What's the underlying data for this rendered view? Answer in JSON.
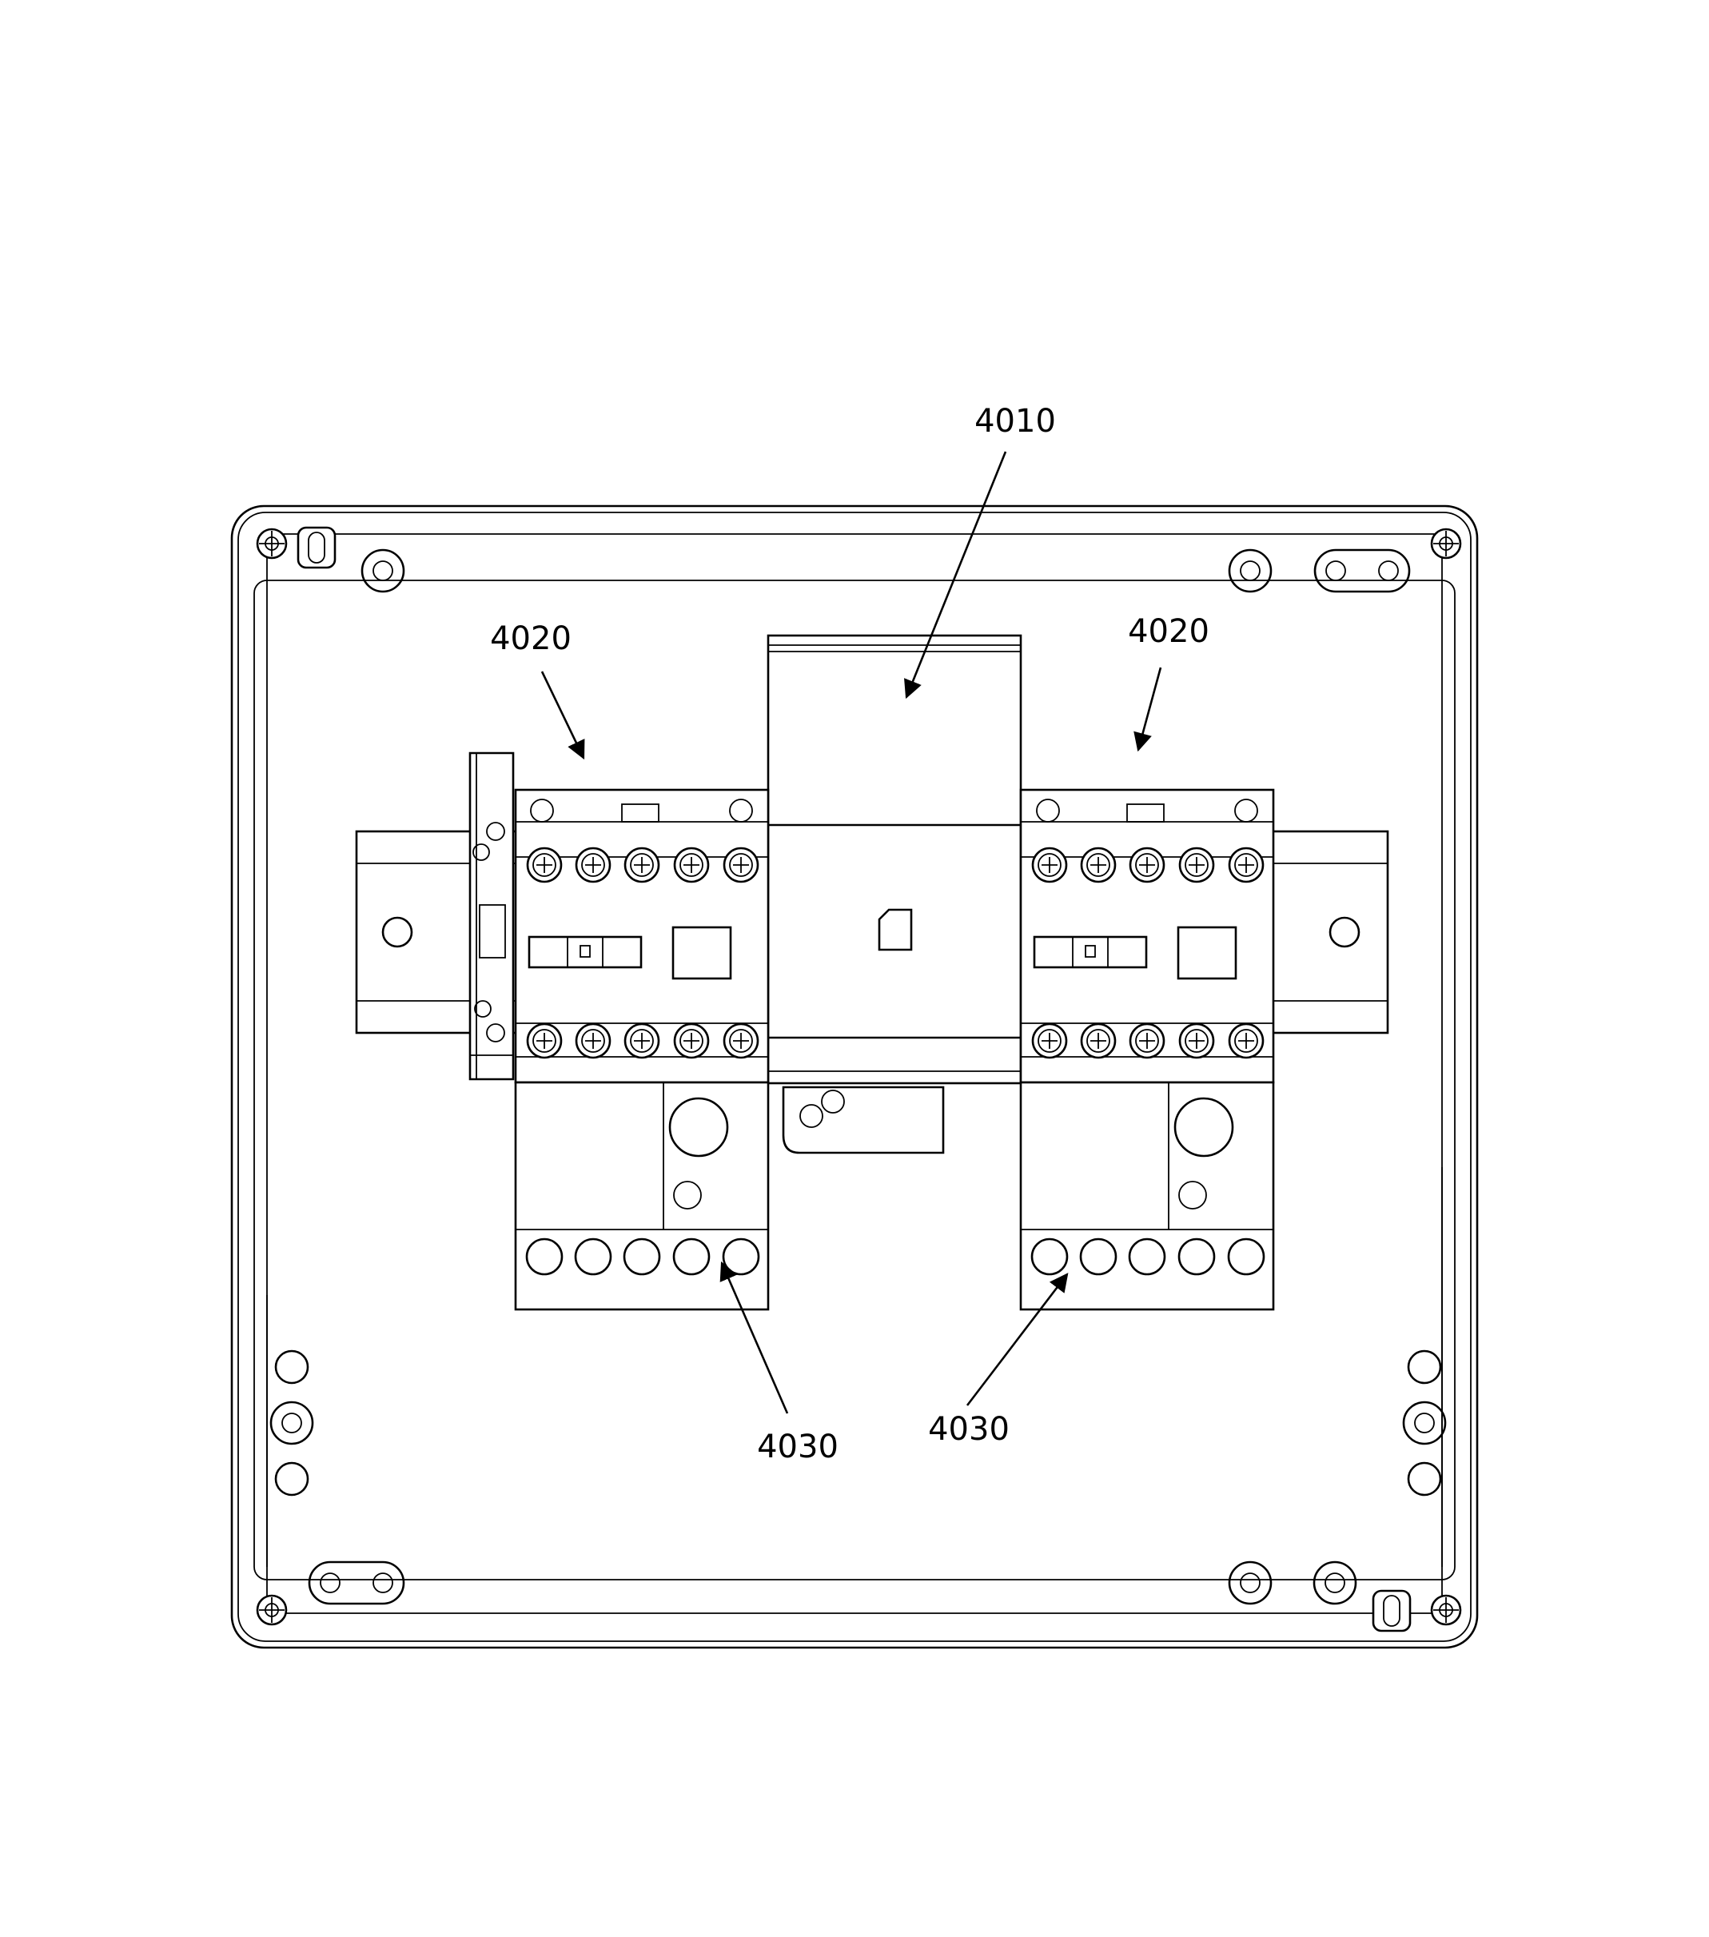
{
  "figure": {
    "labels": {
      "din_rail_block": "4010",
      "contactor_left": "4020",
      "contactor_right": "4020",
      "aux_block_left": "4030",
      "aux_block_right": "4030"
    }
  }
}
